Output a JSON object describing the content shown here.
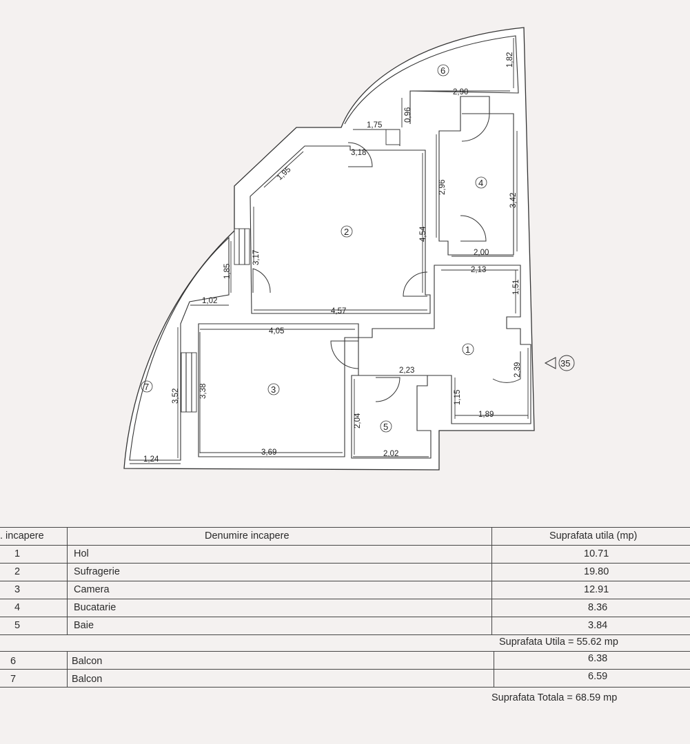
{
  "plan": {
    "rooms": [
      {
        "number": "1"
      },
      {
        "number": "2"
      },
      {
        "number": "3"
      },
      {
        "number": "4"
      },
      {
        "number": "5"
      },
      {
        "number": "6"
      },
      {
        "number": "7"
      }
    ],
    "marker": "35",
    "dimensions": [
      "1,82",
      "2,90",
      "0,96",
      "1,75",
      "3,18",
      "1,95",
      "2,96",
      "3,42",
      "4,54",
      "3,17",
      "1,85",
      "1,02",
      "4,57",
      "2,00",
      "2,13",
      "1,51",
      "4,05",
      "2,23",
      "3,52",
      "3,38",
      "1,15",
      "2,39",
      "1,89",
      "2,04",
      "1,24",
      "3,69",
      "2,02"
    ]
  },
  "table": {
    "headers": {
      "number": ". incapere",
      "name": "Denumire incapere",
      "area": "Suprafata utila (mp)"
    },
    "rooms": [
      {
        "nr": "1",
        "name": "Hol",
        "area": "10.71"
      },
      {
        "nr": "2",
        "name": "Sufragerie",
        "area": "19.80"
      },
      {
        "nr": "3",
        "name": "Camera",
        "area": "12.91"
      },
      {
        "nr": "4",
        "name": "Bucatarie",
        "area": "8.36"
      },
      {
        "nr": "5",
        "name": "Baie",
        "area": "3.84"
      }
    ],
    "useful_total": "Suprafata Utila = 55.62 mp",
    "balconies": [
      {
        "nr": "6",
        "name": "Balcon",
        "area": "6.38"
      },
      {
        "nr": "7",
        "name": "Balcon",
        "area": "6.59"
      }
    ],
    "grand_total": "Suprafata Totala = 68.59 mp"
  }
}
